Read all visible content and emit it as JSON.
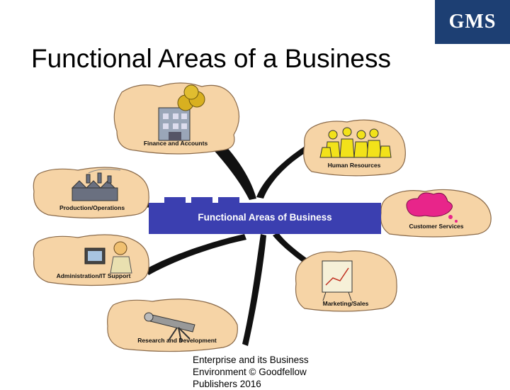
{
  "logo": "GMS",
  "title": "Functional Areas of a Business",
  "diagram": {
    "center_label": "Functional Areas of Business",
    "nodes": [
      {
        "label": "Finance and Accounts"
      },
      {
        "label": "Human Resources"
      },
      {
        "label": "Production/Operations"
      },
      {
        "label": "Customer Services"
      },
      {
        "label": "Administration/IT Support"
      },
      {
        "label": "Marketing/Sales"
      },
      {
        "label": "Research and Development"
      }
    ],
    "colors": {
      "cloud_fill": "#f6d4a6",
      "cloud_stroke": "#8a6a4a",
      "center_fill": "#3b3fb0",
      "branch": "#111111"
    }
  },
  "footer": {
    "line1": "Enterprise and its Business",
    "line2": "Environment  © Goodfellow",
    "line3": "Publishers 2016"
  }
}
